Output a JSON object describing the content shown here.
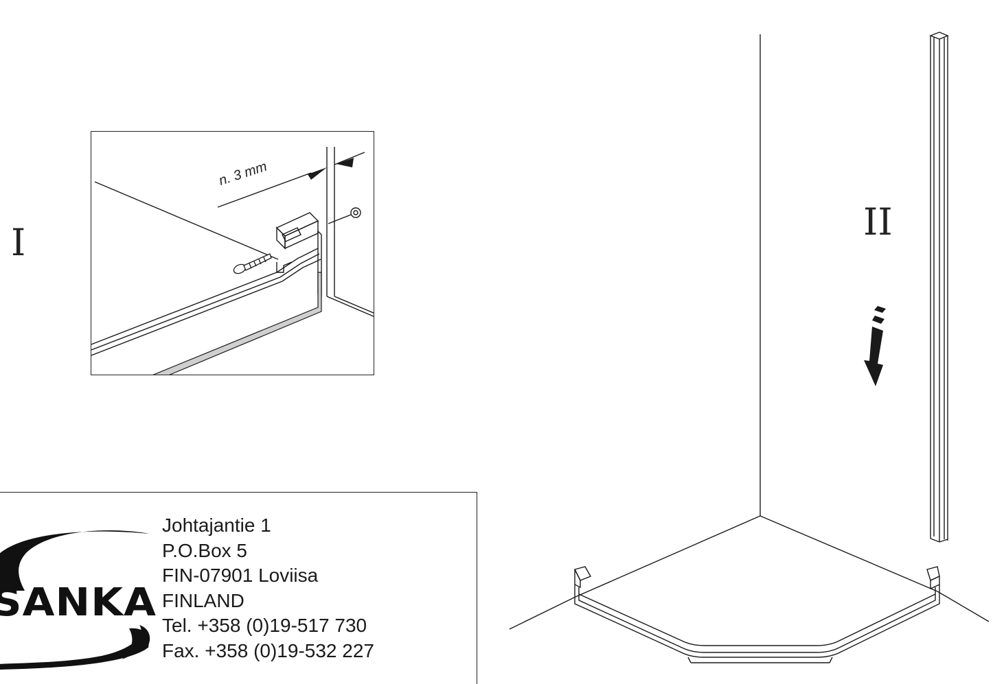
{
  "steps": {
    "first": "I",
    "second": "II"
  },
  "detail": {
    "dimension_label": "n. 3 mm"
  },
  "logo": {
    "name": "SANKA"
  },
  "contact": {
    "street": "Johtajantie 1",
    "po_box": "P.O.Box 5",
    "postal": "FIN-07901 Loviisa",
    "country": "FINLAND",
    "tel": "Tel. +358 (0)19-517 730",
    "fax": "Fax. +358 (0)19-532 227"
  },
  "icons": [
    "screw-icon",
    "wall-plug-icon",
    "down-arrow-icon"
  ],
  "colors": {
    "ink": "#1a1a1a",
    "seal": "#cfcfcf",
    "background": "#ffffff"
  }
}
